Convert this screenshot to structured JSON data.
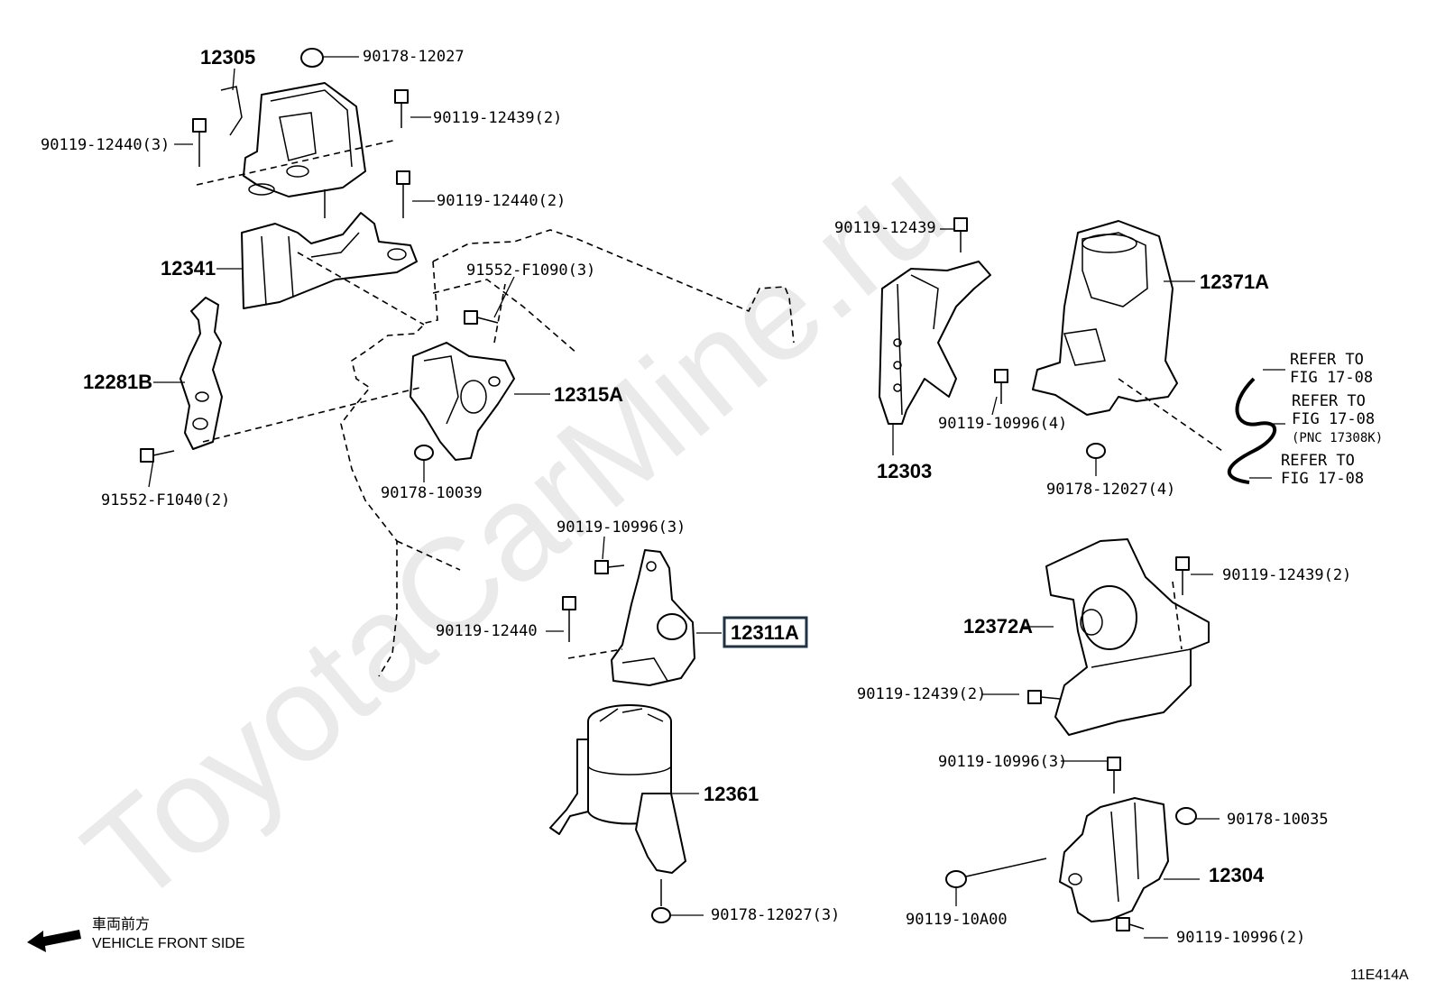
{
  "watermark": "ToyotaCarMine.ru",
  "figure_id": "11E414A",
  "front_note": {
    "jp": "車両前方",
    "en": "VEHICLE FRONT SIDE"
  },
  "highlight_color": "#1d3347",
  "parts": {
    "p12305": "12305",
    "p12341": "12341",
    "p12281B": "12281B",
    "p12315A": "12315A",
    "p12303": "12303",
    "p12371A": "12371A",
    "p12311A": "12311A",
    "p12361": "12361",
    "p12372A": "12372A",
    "p12304": "12304"
  },
  "fasteners": {
    "f1": "90178-12027",
    "f2": "90119-12439(2)",
    "f3": "90119-12440(3)",
    "f4": "90119-12440(2)",
    "f5": "91552-F1090(3)",
    "f6": "91552-F1040(2)",
    "f7": "90178-10039",
    "f8": "90119-12439",
    "f9": "90119-10996(4)",
    "f10": "90178-12027(4)",
    "f11": "90119-10996(3)",
    "f12": "90119-12440",
    "f13": "90178-12027(3)",
    "f14": "90119-12439(2)",
    "f15": "90119-12439(2)",
    "f16": "90119-10996(3)",
    "f17": "90178-10035",
    "f18": "90119-10A00",
    "f19": "90119-10996(2)"
  },
  "refers": {
    "r1a": "REFER TO",
    "r1b": "FIG 17-08",
    "r2a": "REFER TO",
    "r2b": "FIG 17-08",
    "r2c": "(PNC 17308K)",
    "r3a": "REFER TO",
    "r3b": "FIG 17-08"
  }
}
